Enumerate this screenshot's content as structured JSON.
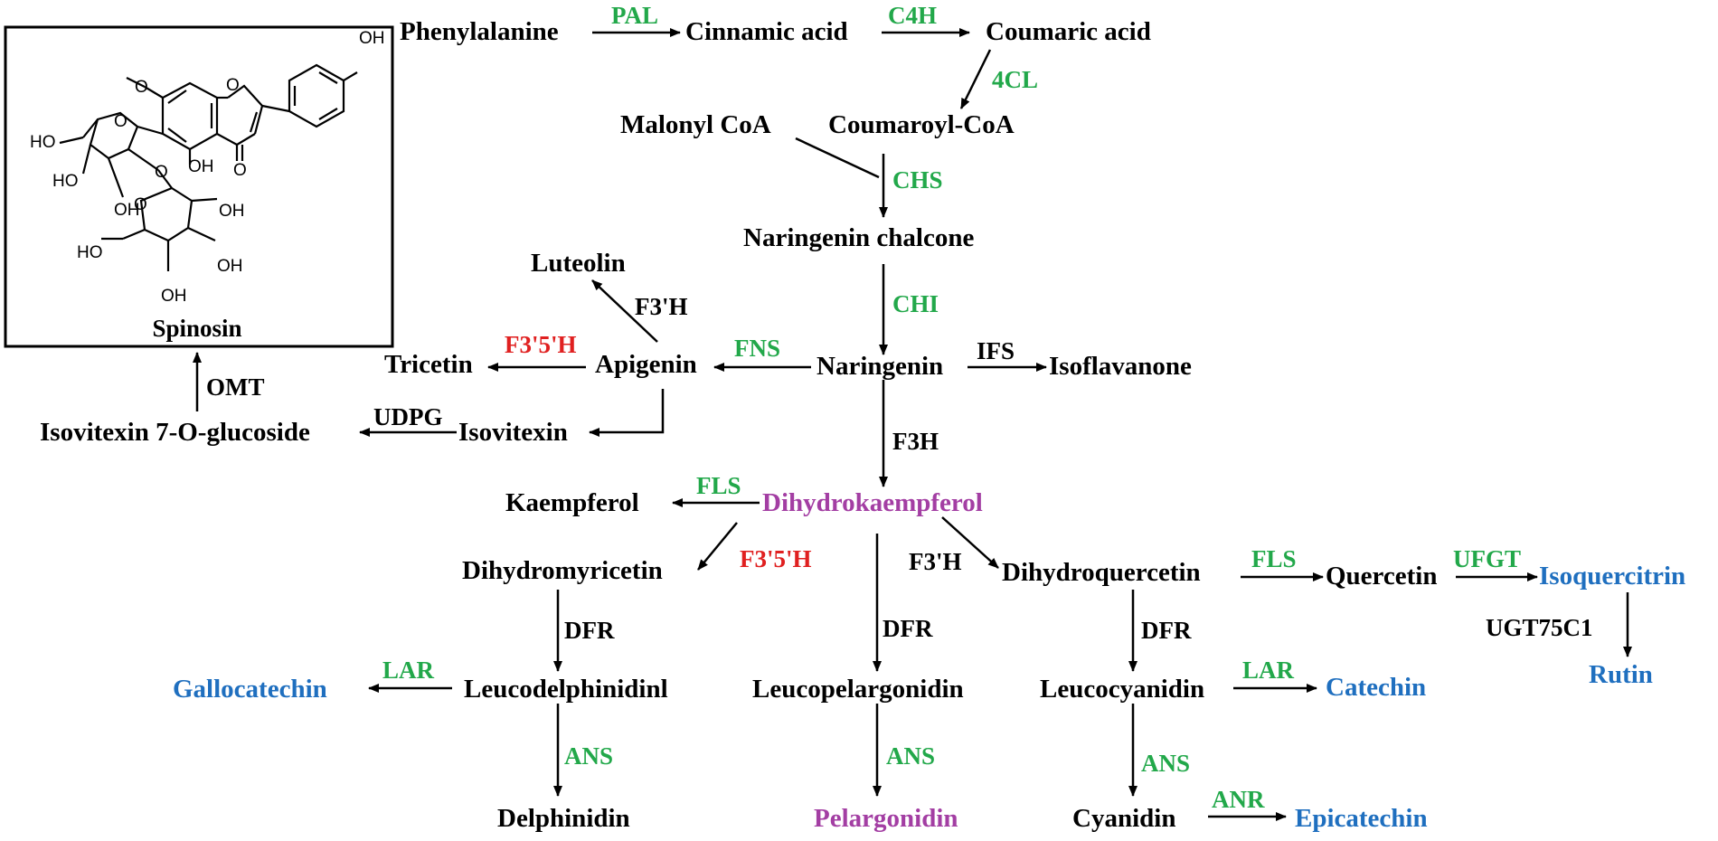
{
  "colors": {
    "metabolite": "#000000",
    "enzyme": "#22a84a",
    "enzyme_highlight": "#e02020",
    "product_blue": "#1f6fbf",
    "product_purple": "#a33ea3"
  },
  "structure": {
    "name": "Spinosin",
    "atoms": [
      "OH",
      "O",
      "HO",
      "O",
      "HO",
      "OH",
      "O",
      "OH",
      "O",
      "O",
      "OH",
      "O",
      "HO",
      "OH",
      "OH"
    ]
  },
  "metabolites": {
    "phenylalanine": "Phenylalanine",
    "cinnamic_acid": "Cinnamic acid",
    "coumaric_acid": "Coumaric acid",
    "malonyl_coa": "Malonyl CoA",
    "coumaroyl_coa": "Coumaroyl-CoA",
    "naringenin_chalcone": "Naringenin chalcone",
    "luteolin": "Luteolin",
    "tricetin": "Tricetin",
    "apigenin": "Apigenin",
    "naringenin": "Naringenin",
    "isoflavanone": "Isoflavanone",
    "isovitexin_glucoside": "Isovitexin 7-O-glucoside",
    "isovitexin": "Isovitexin",
    "kaempferol": "Kaempferol",
    "dihydrokaempferol": "Dihydrokaempferol",
    "dihydromyricetin": "Dihydromyricetin",
    "dihydroquercetin": "Dihydroquercetin",
    "quercetin": "Quercetin",
    "isoquercitrin": "Isoquercitrin",
    "rutin": "Rutin",
    "gallocatechin": "Gallocatechin",
    "leucodelphinidin": "Leucodelphinidinl",
    "leucopelargonidin": "Leucopelargonidin",
    "leucocyanidin": "Leucocyanidin",
    "catechin": "Catechin",
    "delphinidin": "Delphinidin",
    "pelargonidin": "Pelargonidin",
    "cyanidin": "Cyanidin",
    "epicatechin": "Epicatechin"
  },
  "enzymes": {
    "pal": "PAL",
    "c4h": "C4H",
    "cl4": "4CL",
    "chs": "CHS",
    "chi": "CHI",
    "f3h_luteolin": "F3'H",
    "f35h_tricetin": "F3'5'H",
    "fns": "FNS",
    "ifs": "IFS",
    "omt": "OMT",
    "udpg": "UDPG",
    "f3h": "F3H",
    "fls_kaempferol": "FLS",
    "f35h_myricetin": "F3'5'H",
    "f3h_quercetin": "F3'H",
    "fls_quercetin": "FLS",
    "ufgt": "UFGT",
    "ugt75c1": "UGT75C1",
    "dfr_delphinidin": "DFR",
    "dfr_pelargonidin": "DFR",
    "dfr_cyanidin": "DFR",
    "lar_gallo": "LAR",
    "lar_catechin": "LAR",
    "ans_delphinidin": "ANS",
    "ans_pelargonidin": "ANS",
    "ans_cyanidin": "ANS",
    "anr": "ANR"
  }
}
